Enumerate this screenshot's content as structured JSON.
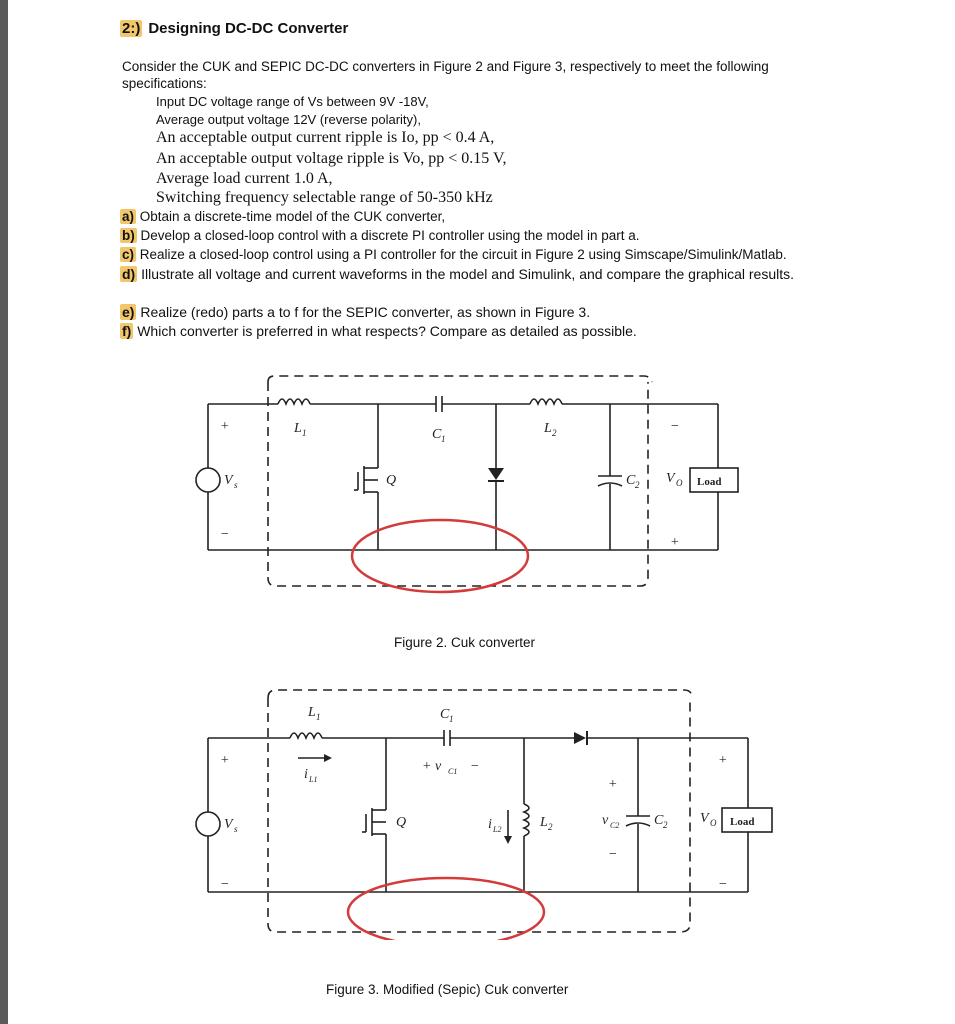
{
  "section": {
    "number": "2:)",
    "title": "Designing DC-DC Converter"
  },
  "intro": "Consider the CUK and SEPIC DC-DC converters in Figure 2 and Figure 3, respectively to meet the following specifications:",
  "specs": [
    "Input DC voltage range of Vs between 9V -18V,",
    "Average  output voltage 12V (reverse polarity),",
    "An acceptable output current ripple is Io, pp  < 0.4 A,",
    "An acceptable output voltage ripple is Vo, pp  < 0.15 V,",
    "Average load current 1.0 A,",
    "Switching frequency selectable range of 50-350 kHz"
  ],
  "tasks": [
    {
      "tag": "a)",
      "text": "Obtain a discrete-time model of the CUK converter,"
    },
    {
      "tag": "b)",
      "text": "Develop a closed-loop control with a discrete PI controller using the model in part a."
    },
    {
      "tag": "c)",
      "text": "Realize a closed-loop control using a PI controller for the circuit in Figure 2 using Simscape/Simulink/Matlab."
    },
    {
      "tag": "d)",
      "text": "Illustrate all voltage and current waveforms in the model and Simulink, and compare the graphical results."
    },
    {
      "tag": "e)",
      "text": "Realize (redo) parts a to f for the SEPIC converter, as shown in Figure 3."
    },
    {
      "tag": "f)",
      "text": "Which converter is preferred in what respects?  Compare as detailed as possible."
    }
  ],
  "figure2": {
    "caption": "Figure 2. Cuk converter",
    "labels": {
      "plus": "+",
      "minus": "−",
      "vs": "V",
      "vs_sub": "s",
      "l1": "L",
      "l1_sub": "1",
      "c1": "C",
      "c1_sub": "1",
      "q": "Q",
      "l2": "L",
      "l2_sub": "2",
      "c2": "C",
      "c2_sub": "2",
      "vo": "V",
      "vo_sub": "O",
      "load": "Load"
    }
  },
  "figure3": {
    "caption": "Figure 3. Modified (Sepic) Cuk converter",
    "labels": {
      "plus": "+",
      "minus": "−",
      "vs": "V",
      "vs_sub": "s",
      "l1": "L",
      "l1_sub": "1",
      "il1": "i",
      "il1_sub": "L1",
      "c1": "C",
      "c1_sub": "1",
      "vc1": "+ v",
      "vc1_sub": "C1",
      "vc1_minus": "−",
      "q": "Q",
      "il2": "i",
      "il2_sub": "L2",
      "l2": "L",
      "l2_sub": "2",
      "vc2": "v",
      "vc2_sub": "C2",
      "c2": "C",
      "c2_sub": "2",
      "vo": "V",
      "vo_sub": "O",
      "load": "Load"
    }
  }
}
